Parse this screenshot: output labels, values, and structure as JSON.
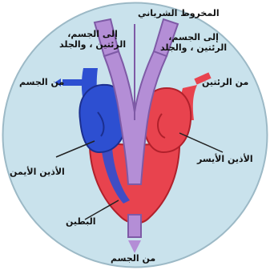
{
  "diagram": {
    "labels": {
      "conus": "المخروط الشرياني",
      "body_lungs_skin_left": "إلى الجسم،\nالرئتين ، والجلد",
      "body_lungs_skin_right": "إلى الجسم،\nالرئتين ، والجلد",
      "from_body_top": "من الجسم",
      "from_lungs": "من الرئتين",
      "right_atrium": "الأذين الأيمن",
      "left_atrium": "الأذين الأيسر",
      "ventricle": "البطين",
      "from_body_bottom": "من الجسم"
    },
    "colors": {
      "background_circle": "#c9e2ec",
      "oxygenated": "#e8434e",
      "deoxygenated": "#2d4fd1",
      "conus_arteriosus": "#b48ed6"
    }
  }
}
